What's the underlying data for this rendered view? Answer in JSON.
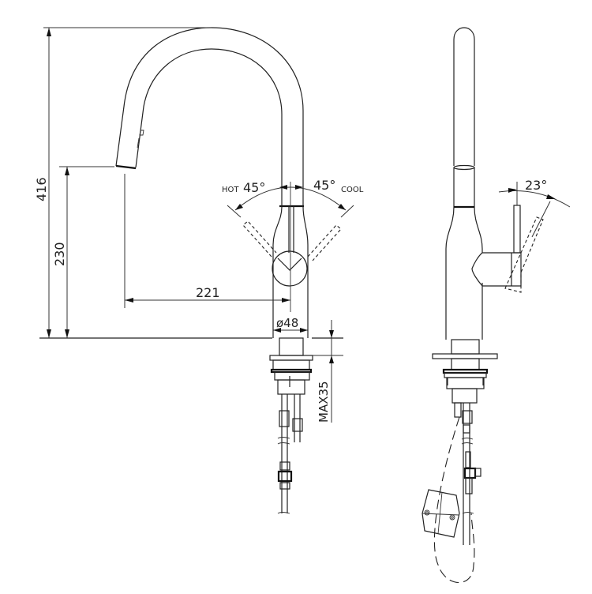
{
  "drawing": {
    "type": "technical-drawing",
    "subject": "pull-down kitchen faucet",
    "views": [
      "front-view",
      "side-view"
    ],
    "line_color": "#222222",
    "background": "#ffffff"
  },
  "front_view": {
    "dimensions": {
      "total_height": "416",
      "spout_height": "230",
      "spout_reach": "221",
      "base_diameter": "ø48",
      "deck_thickness": "MAX35"
    },
    "lever_rotation": {
      "hot_label": "HOT",
      "hot_angle": "45°",
      "cool_label": "COOL",
      "cool_angle": "45°"
    }
  },
  "side_view": {
    "dimensions": {
      "lever_tilt": "23°"
    }
  }
}
